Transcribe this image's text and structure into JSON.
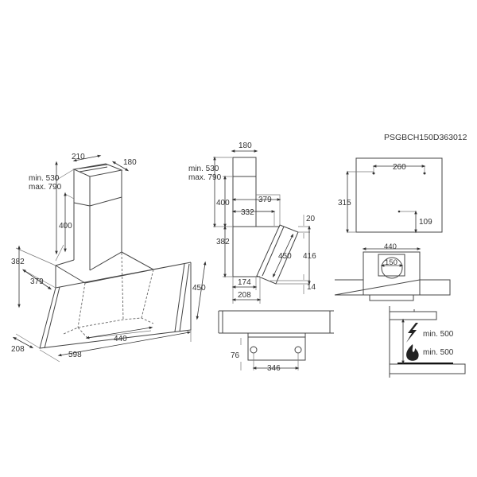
{
  "model_code": "PSGBCH150D363012",
  "perspective_view": {
    "chimney_width": "210",
    "chimney_depth": "180",
    "chimney_height_min": "min. 530",
    "chimney_height_max": "max. 790",
    "chimney_lower": "400",
    "hood_height": "382",
    "hood_depth": "379",
    "glass_length": "450",
    "inner_width": "440",
    "total_width": "598",
    "bottom_depth": "208"
  },
  "side_view": {
    "chimney_depth": "180",
    "chimney_height_min": "min. 530",
    "chimney_height_max": "max. 790",
    "chimney_lower": "400",
    "depth_379": "379",
    "depth_332": "332",
    "hood_height": "382",
    "glass_length": "450",
    "top_offset": "20",
    "glass_height": "416",
    "bottom_offset": "14",
    "depth_174": "174",
    "depth_208": "208"
  },
  "bottom_view": {
    "hole_offset": "76",
    "hole_spacing": "346"
  },
  "wall_view": {
    "bracket_spacing": "260",
    "height": "315",
    "lower_point": "109"
  },
  "front_view": {
    "width": "440",
    "outlet_diameter": "150"
  },
  "clearance": {
    "electric": "min. 500",
    "gas": "min. 500",
    "icons": [
      "lightning-icon",
      "flame-icon"
    ]
  }
}
